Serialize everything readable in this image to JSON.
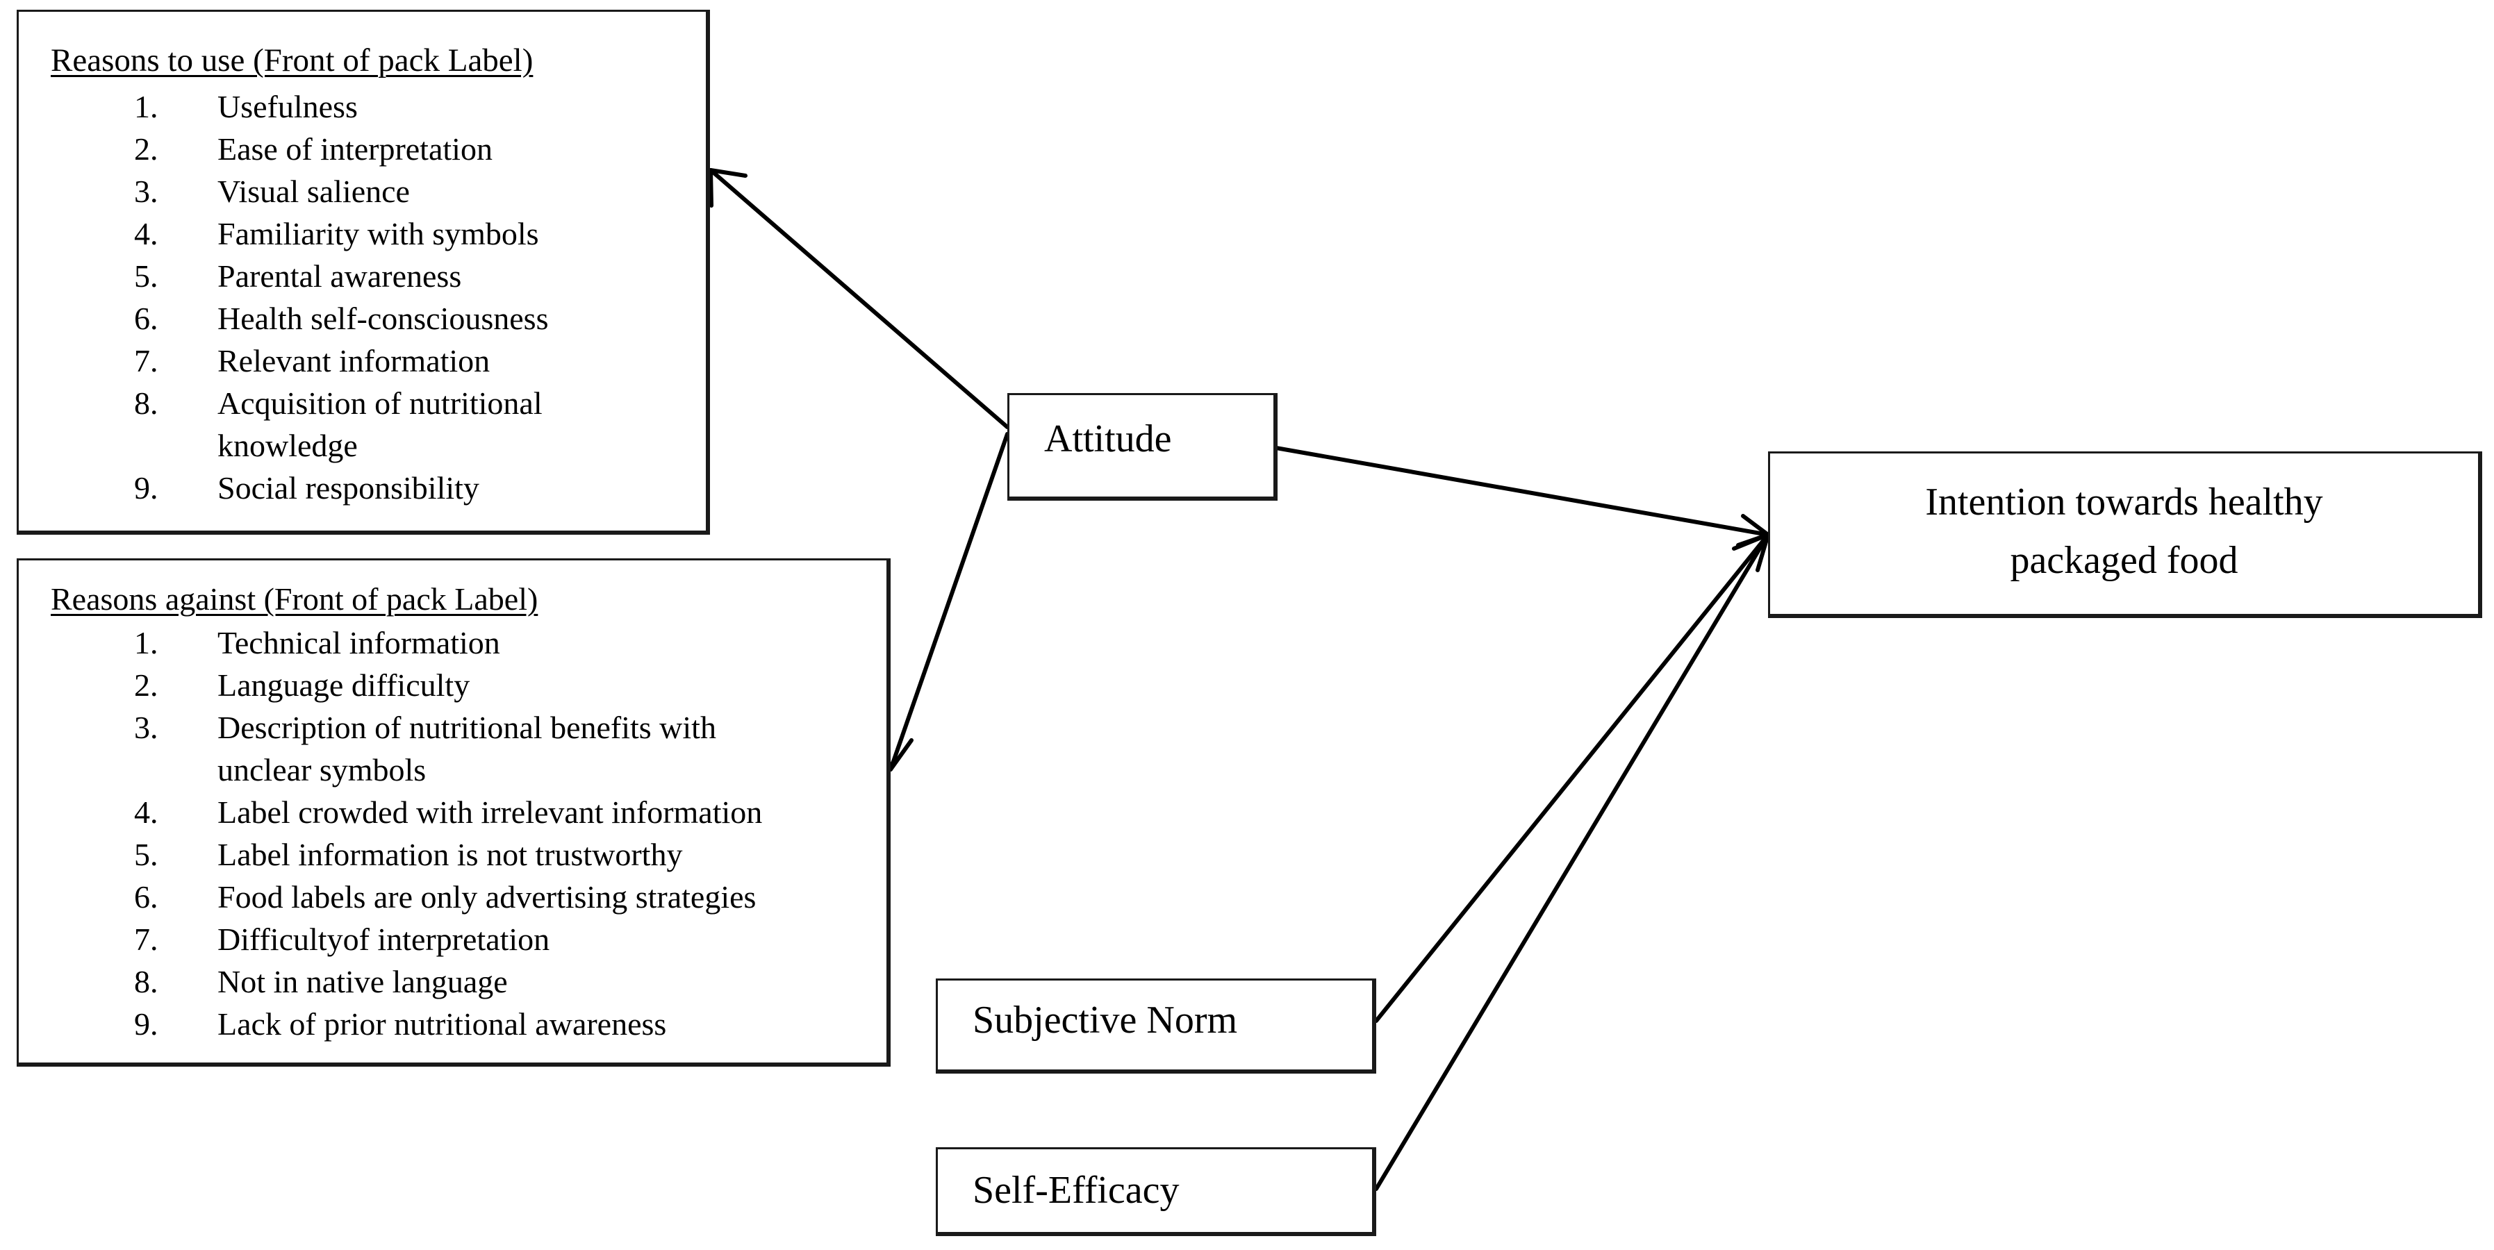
{
  "reasons_for": {
    "heading": "Reasons to use (Front of pack Label)",
    "items": [
      {
        "num": "1.",
        "lines": [
          "Usefulness"
        ]
      },
      {
        "num": "2.",
        "lines": [
          "Ease of interpretation"
        ]
      },
      {
        "num": "3.",
        "lines": [
          "Visual salience"
        ]
      },
      {
        "num": "4.",
        "lines": [
          "Familiarity with symbols"
        ]
      },
      {
        "num": "5.",
        "lines": [
          "Parental awareness"
        ]
      },
      {
        "num": "6.",
        "lines": [
          "Health self-consciousness"
        ]
      },
      {
        "num": "7.",
        "lines": [
          "Relevant information"
        ]
      },
      {
        "num": "8.",
        "lines": [
          "Acquisition of nutritional",
          "knowledge"
        ]
      },
      {
        "num": "9.",
        "lines": [
          "Social responsibility"
        ]
      }
    ]
  },
  "reasons_against": {
    "heading": "Reasons against (Front of pack Label)",
    "items": [
      {
        "num": "1.",
        "lines": [
          "Technical information"
        ]
      },
      {
        "num": "2.",
        "lines": [
          "Language difficulty"
        ]
      },
      {
        "num": "3.",
        "lines": [
          "Description of nutritional benefits with",
          "unclear symbols"
        ]
      },
      {
        "num": "4.",
        "lines": [
          "Label crowded with irrelevant information"
        ]
      },
      {
        "num": "5.",
        "lines": [
          "Label information is not trustworthy"
        ]
      },
      {
        "num": "6.",
        "lines": [
          "Food labels are only advertising strategies"
        ]
      },
      {
        "num": "7.",
        "lines": [
          "Difficultyof interpretation"
        ]
      },
      {
        "num": "8.",
        "lines": [
          "Not in native language"
        ]
      },
      {
        "num": "9.",
        "lines": [
          "Lack of prior nutritional awareness"
        ]
      }
    ]
  },
  "nodes": {
    "attitude": "Attitude",
    "intention_line1": "Intention towards healthy",
    "intention_line2": "packaged food",
    "subjective_norm": "Subjective Norm",
    "self_efficacy": "Self-Efficacy"
  }
}
